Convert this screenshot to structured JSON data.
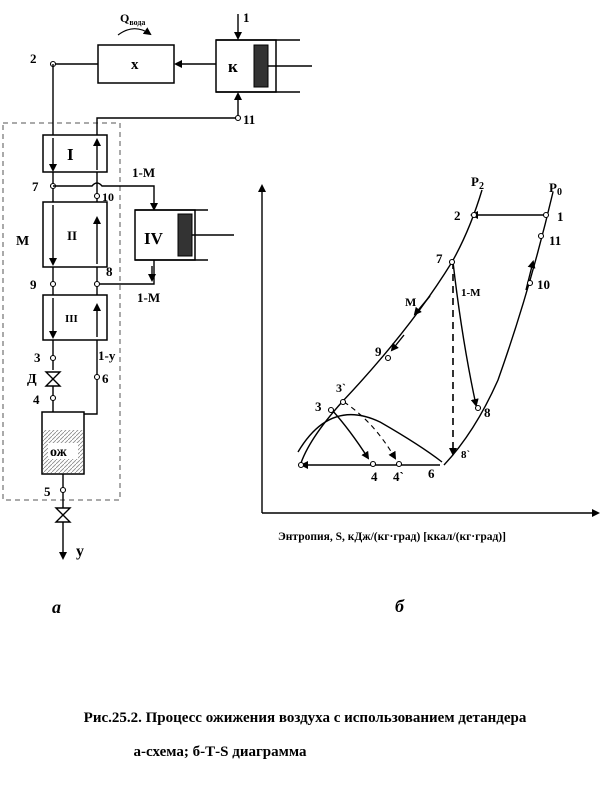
{
  "scheme": {
    "p1": "1",
    "p2": "2",
    "p3": "3",
    "p4": "4",
    "p5": "5",
    "p6": "6",
    "p7": "7",
    "p8": "8",
    "p9": "9",
    "p10": "10",
    "p11": "11",
    "q_water": "Q",
    "q_water_sub": "вода",
    "cooler_x": "х",
    "compressor_k": "к",
    "exch_1": "I",
    "exch_2": "II",
    "exch_3": "III",
    "expander_4": "IV",
    "flow_1m_top": "1-М",
    "flow_1m_bottom": "1-М",
    "flow_m": "М",
    "flow_1y": "1-у",
    "throttle_d": "Д",
    "liquid": "ож",
    "product_y": "у",
    "label_a": "а"
  },
  "ts": {
    "label_p2": "Р",
    "label_p2_sub": "2",
    "label_p0": "Р",
    "label_p0_sub": "0",
    "pt2": "2",
    "pt1": "1",
    "pt11": "11",
    "pt7": "7",
    "pt10": "10",
    "pt1m": "1-М",
    "pt_m": "М",
    "pt9": "9",
    "pt3p": "3`",
    "pt3": "3",
    "pt8": "8",
    "pt8p": "8`",
    "pt4": "4",
    "pt4p": "4`",
    "pt6": "6",
    "x_axis_label": "Энтропия, S, кДж/(кг·град)  [ккал/(кг·град)]",
    "label_b": "б"
  },
  "caption": {
    "line1": "Рис.25.2. Процесс ожижения воздуха с использованием детандера",
    "line2": "а-схема; б-Т-S диаграмма"
  }
}
